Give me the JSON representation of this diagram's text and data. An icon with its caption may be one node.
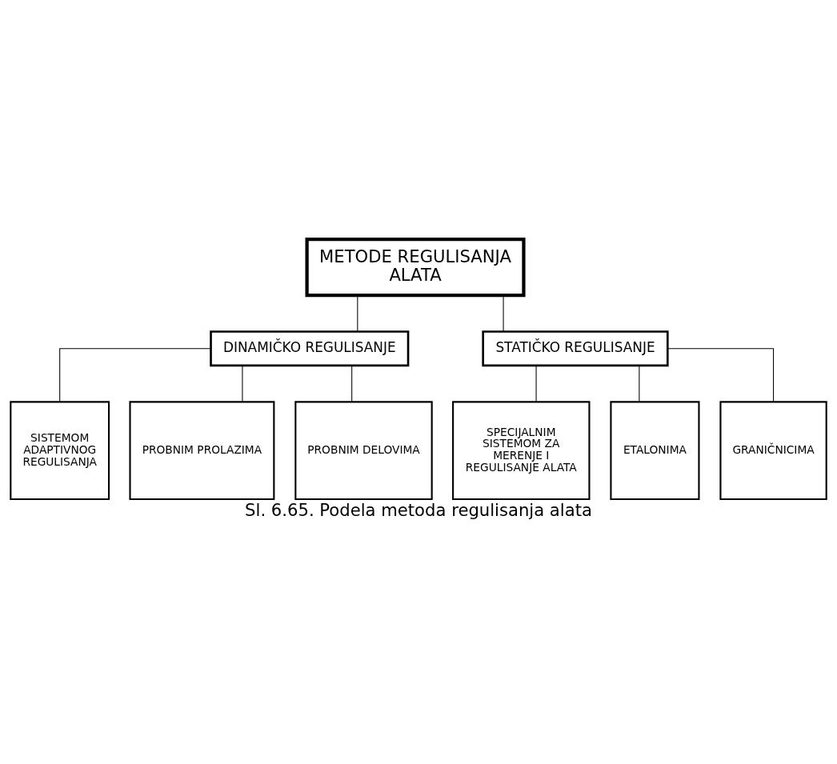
{
  "diagram": {
    "caption": "Sl. 6.65. Podela metoda regulisanja alata",
    "nodes": [
      {
        "text": [
          "METODE REGULISANJA ALATA"
        ]
      },
      {
        "text": [
          "DINAMIČKO REGULISANJE"
        ]
      },
      {
        "text": [
          "STATIČKO REGULISANJE"
        ]
      },
      {
        "text": [
          "SISTEMOM ADAPTIVNOG REGULISANJA"
        ]
      },
      {
        "text": [
          "PROBNIM PROLAZIMA"
        ]
      },
      {
        "text": [
          "PROBNIM DELOVIMA"
        ]
      },
      {
        "text": [
          "SPECIJALNIM SISTEMOM ZA MERENJE I REGULISANJE ALATA"
        ]
      },
      {
        "text": [
          "ETALONIMA"
        ]
      },
      {
        "text": [
          "GRANIČNICIMA"
        ]
      }
    ],
    "edges": [
      {
        "from": 0,
        "to": 1,
        "arrow": "none"
      },
      {
        "from": 0,
        "to": 2,
        "arrow": "none"
      },
      {
        "from": 1,
        "to": 3,
        "arrow": "none"
      },
      {
        "from": 1,
        "to": 4,
        "arrow": "none"
      },
      {
        "from": 1,
        "to": 5,
        "arrow": "none"
      },
      {
        "from": 2,
        "to": 6,
        "arrow": "none"
      },
      {
        "from": 2,
        "to": 7,
        "arrow": "none"
      },
      {
        "from": 2,
        "to": 8,
        "arrow": "none"
      }
    ]
  }
}
